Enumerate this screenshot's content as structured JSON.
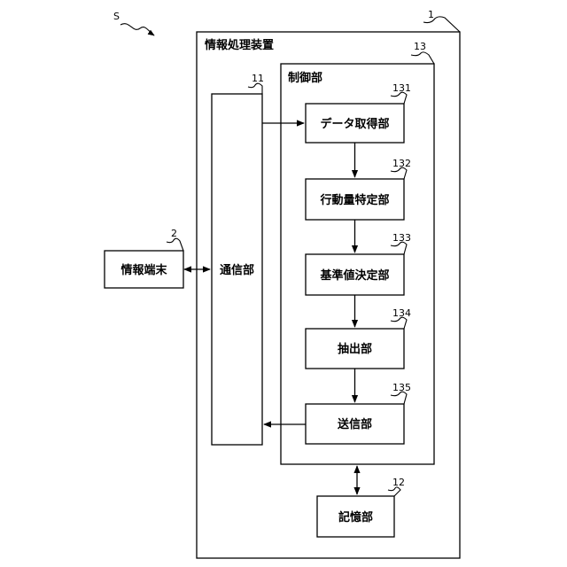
{
  "system_label": "S",
  "apparatus": {
    "ref": "1",
    "label": "情報処理装置"
  },
  "control_unit": {
    "ref": "13",
    "label": "制御部"
  },
  "communication_unit": {
    "ref": "11",
    "label": "通信部"
  },
  "storage_unit": {
    "ref": "12",
    "label": "記憶部"
  },
  "terminal": {
    "ref": "2",
    "label": "情報端末"
  },
  "modules": [
    {
      "ref": "131",
      "label": "データ取得部"
    },
    {
      "ref": "132",
      "label": "行動量特定部"
    },
    {
      "ref": "133",
      "label": "基準値決定部"
    },
    {
      "ref": "134",
      "label": "抽出部"
    },
    {
      "ref": "135",
      "label": "送信部"
    }
  ]
}
